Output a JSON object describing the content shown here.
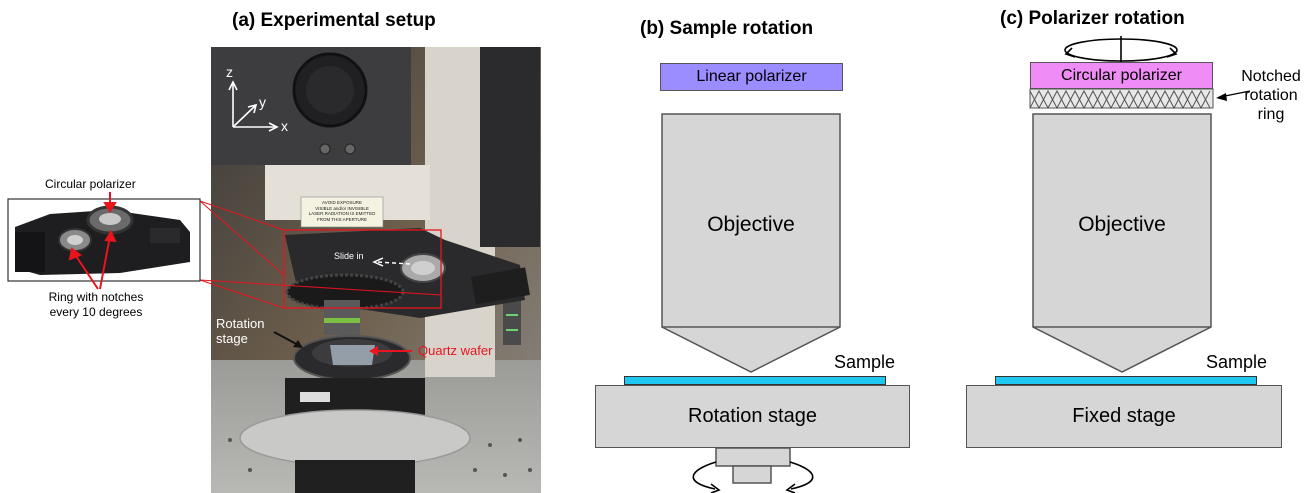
{
  "panel_a": {
    "title": "(a) Experimental setup",
    "inset_label": "Circular polarizer",
    "ring_label_line1": "Ring with notches",
    "ring_label_line2": "every 10 degrees",
    "axis_z": "z",
    "axis_y": "y",
    "axis_x": "x",
    "slide_label": "Slide in",
    "rotation_stage_line1": "Rotation",
    "rotation_stage_line2": "stage",
    "quartz_label": "Quartz wafer",
    "warning_line1": "AVOID EXPOSURE",
    "warning_line2": "VISIBLE and/or INVISIBLE",
    "warning_line3": "LASER RADIATION IS EMITTED",
    "warning_line4": "FROM THIS APERTURE"
  },
  "panel_b": {
    "title": "(b) Sample rotation",
    "polarizer": "Linear polarizer",
    "objective": "Objective",
    "sample": "Sample",
    "stage": "Rotation stage"
  },
  "panel_c": {
    "title": "(c) Polarizer rotation",
    "polarizer": "Circular polarizer",
    "ring_line1": "Notched",
    "ring_line2": "rotation",
    "ring_line3": "ring",
    "objective": "Objective",
    "sample": "Sample",
    "stage": "Fixed stage"
  },
  "colors": {
    "linear_polarizer": "#9b8cff",
    "circular_polarizer": "#f08cf5",
    "sample": "#1ec8f0",
    "gray_fill": "#d6d6d6",
    "annotation_red": "#e8141e"
  }
}
